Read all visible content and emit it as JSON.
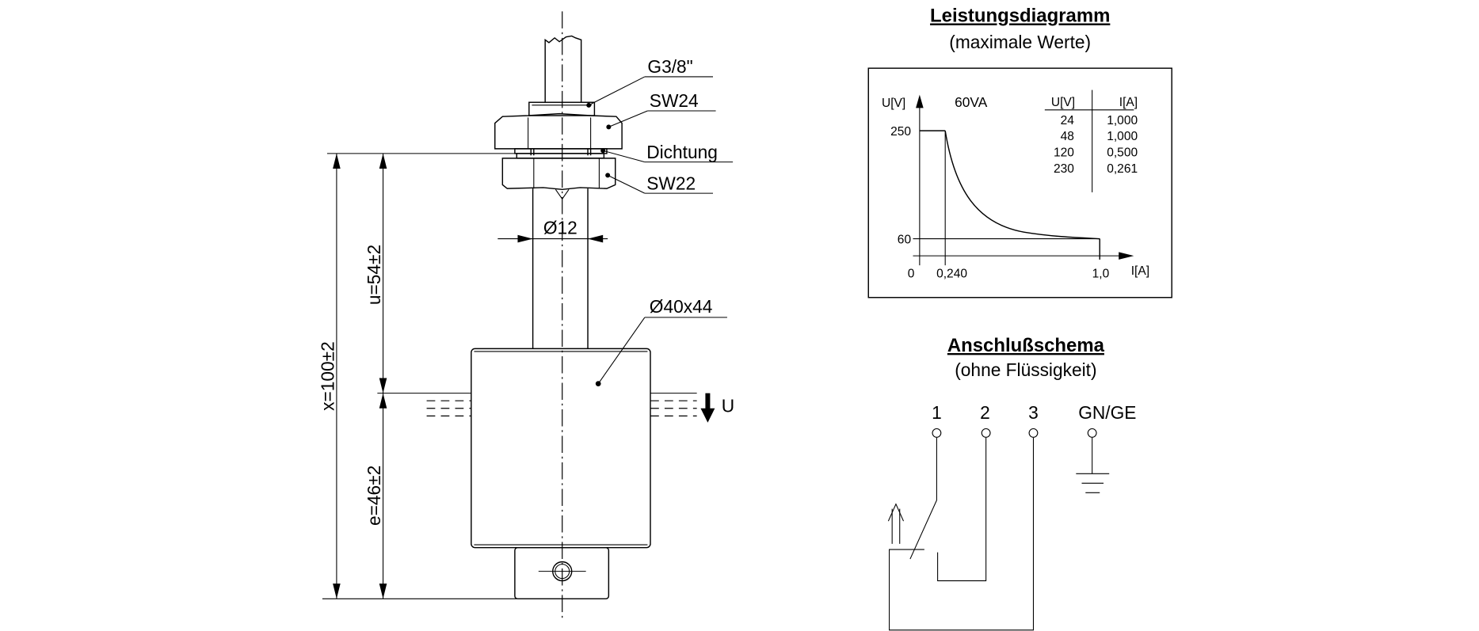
{
  "drawing": {
    "labels": {
      "thread": "G3/8\"",
      "nut_top": "SW24",
      "seal": "Dichtung",
      "nut_bottom": "SW22",
      "stem_diameter": "Ø12",
      "float_size": "Ø40x44",
      "level_arrow": "U"
    },
    "dimensions": {
      "x": "x=100±2",
      "u": "u=54±2",
      "e": "e=46±2"
    }
  },
  "power_diagram": {
    "title": "Leistungsdiagramm",
    "subtitle": "(maximale Werte)",
    "y_axis_label": "U[V]",
    "x_axis_label": "I[A]",
    "power_label": "60VA",
    "y_ticks": [
      "250",
      "60"
    ],
    "x_ticks": [
      "0",
      "0,240",
      "1,0"
    ],
    "table": {
      "headers": [
        "U[V]",
        "I[A]"
      ],
      "rows": [
        [
          "24",
          "1,000"
        ],
        [
          "48",
          "1,000"
        ],
        [
          "120",
          "0,500"
        ],
        [
          "230",
          "0,261"
        ]
      ]
    }
  },
  "wiring": {
    "title": "Anschlußschema",
    "subtitle": "(ohne Flüssigkeit)",
    "terminals": [
      "1",
      "2",
      "3",
      "GN/GE"
    ]
  }
}
